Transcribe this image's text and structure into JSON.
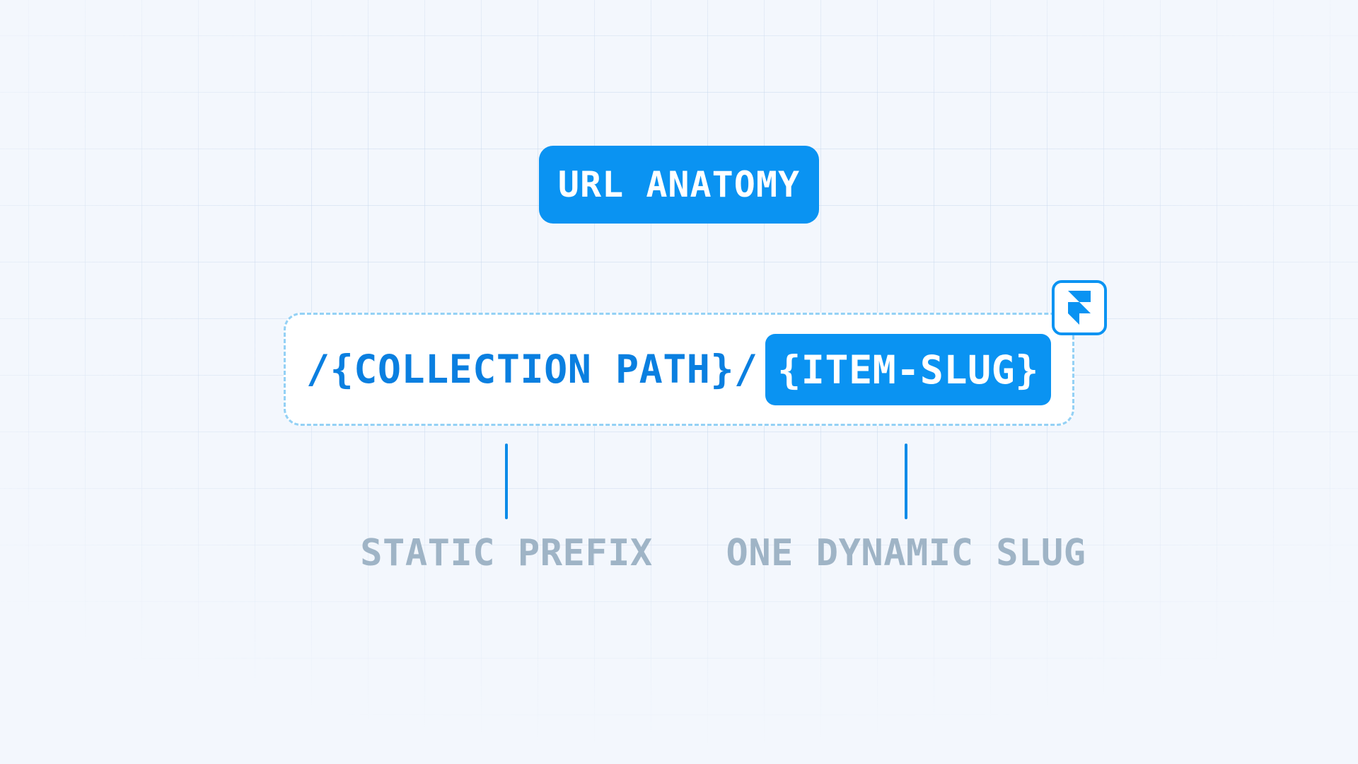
{
  "title": "URL ANATOMY",
  "url": {
    "static_part": "/{COLLECTION PATH}/",
    "dynamic_part": "{ITEM-SLUG}"
  },
  "labels": {
    "static": "STATIC PREFIX",
    "dynamic": "ONE DYNAMIC SLUG"
  },
  "icons": {
    "badge": "framer-logo-icon"
  },
  "colors": {
    "accent": "#0a93f2",
    "accent_text": "#0a7fe0",
    "caption": "#9fb4c6",
    "background": "#f3f7fd",
    "dashed_border": "#94d1f5"
  }
}
